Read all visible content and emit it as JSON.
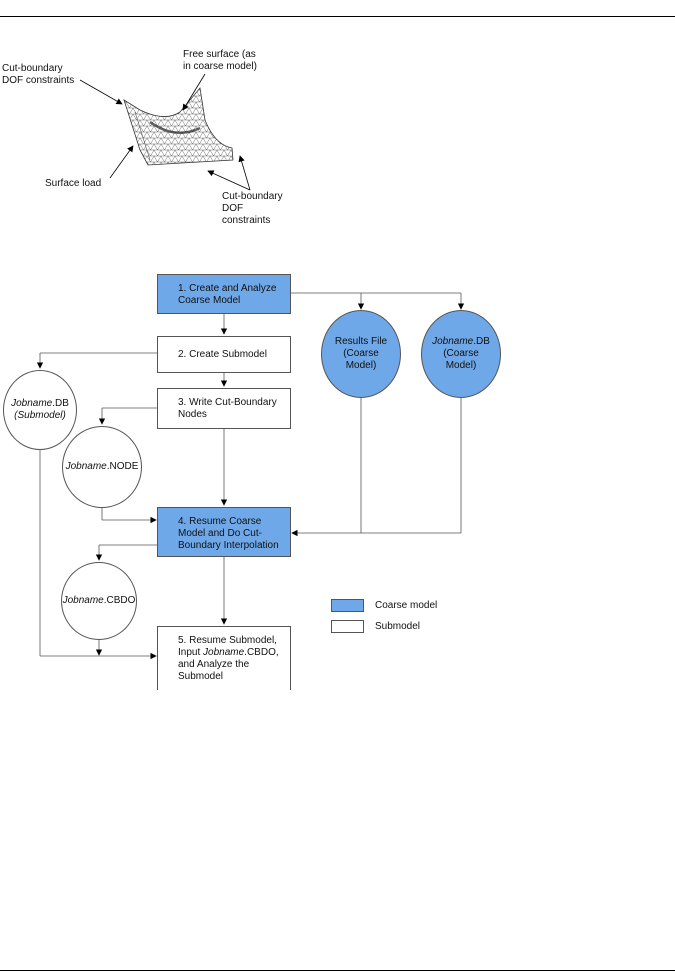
{
  "colors": {
    "coarse": "#6fa8e8",
    "submodel": "#ffffff",
    "line": "#555555"
  },
  "top_figure": {
    "labels": {
      "cut_boundary_left": "Cut-boundary\nDOF constraints",
      "free_surface": "Free surface (as\nin coarse model)",
      "surface_load": "Surface load",
      "cut_boundary_right": "Cut-boundary\nDOF\nconstraints"
    }
  },
  "flowchart": {
    "step1": "1. Create and Analyze\nCoarse Model",
    "step2": "2. Create Submodel",
    "step3": "3. Write Cut-Boundary\nNodes",
    "step4": "4. Resume Coarse\nModel and Do Cut-\nBoundary Interpolation",
    "step5_a": "5. Resume Submodel,\nInput ",
    "step5_i": "Jobname",
    "step5_b": ".CBDO,\nand Analyze the\nSubmodel",
    "results_file": "Results File\n(Coarse\nModel)",
    "db_coarse_i": "Jobname",
    "db_coarse_b": ".DB\n(Coarse\nModel)",
    "db_sub_i": "Jobname",
    "db_sub_b": ".DB",
    "db_sub_c": "(Submodel)",
    "node_i": "Jobname",
    "node_b": ".NODE",
    "cbdo_i": "Jobname",
    "cbdo_b": ".CBDO"
  },
  "legend": {
    "coarse": "Coarse model",
    "submodel": "Submodel"
  }
}
